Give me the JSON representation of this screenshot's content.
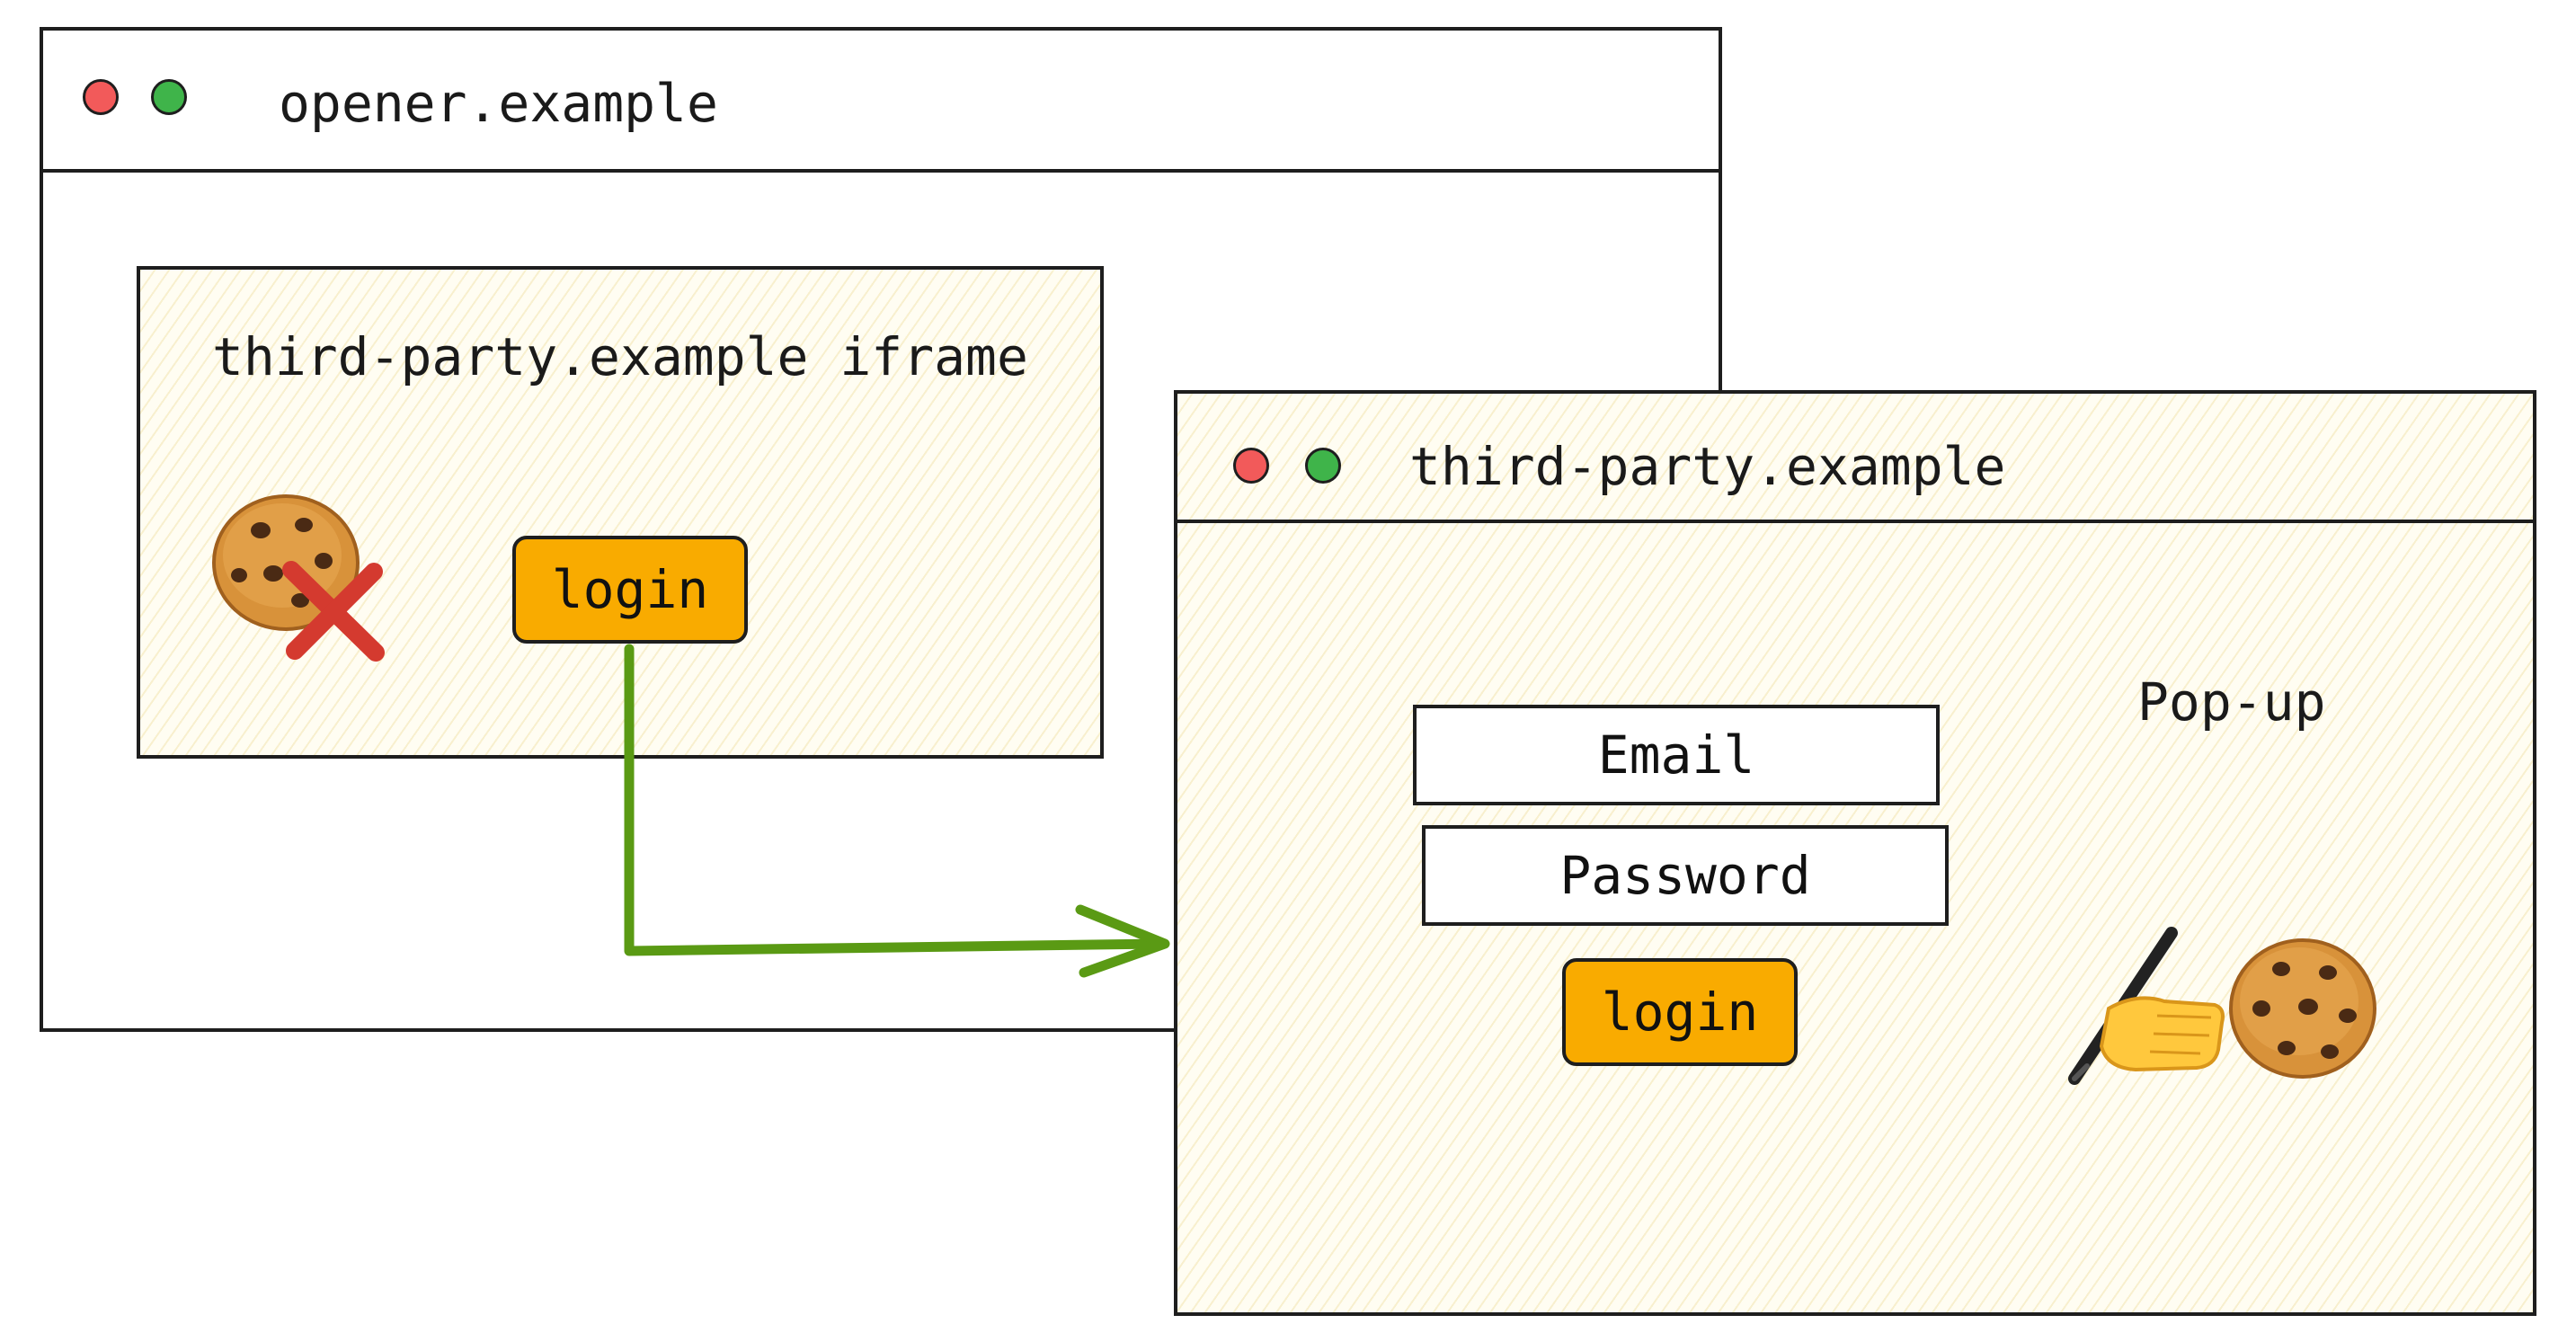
{
  "opener_window": {
    "title": "opener.example"
  },
  "iframe": {
    "label": "third-party.example iframe",
    "login_label": "login"
  },
  "popup_window": {
    "title": "third-party.example",
    "heading": "Pop-up",
    "email_placeholder": "Email",
    "password_placeholder": "Password",
    "login_label": "login"
  },
  "icons": {
    "blocked_cookie": "cookie-icon",
    "blocked_mark": "red-x-icon",
    "writing_hand": "writing-hand-icon",
    "granted_cookie": "cookie-icon",
    "arrow": "green-arrow-icon"
  },
  "colors": {
    "button_fill": "#f9ab00",
    "dot_red": "#f25a5a",
    "dot_green": "#3fb44a",
    "arrow_green": "#5a9a14",
    "x_red": "#d43a2f",
    "hatch_tint": "#fffdf2"
  }
}
